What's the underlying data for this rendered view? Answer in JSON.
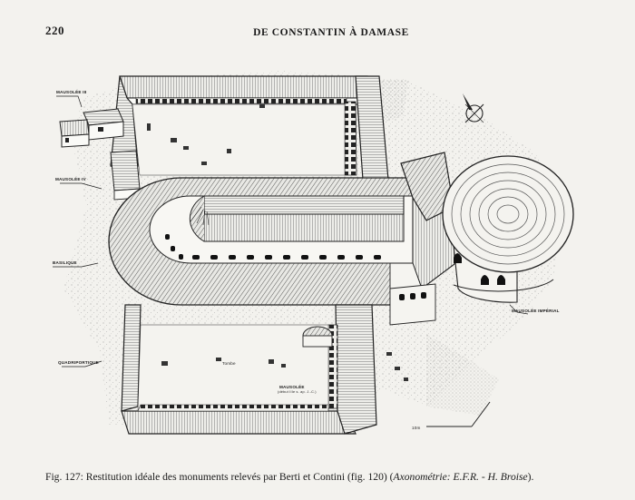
{
  "page": {
    "number": "220",
    "running_head": "DE CONSTANTIN À DAMASE"
  },
  "figure": {
    "labels": {
      "mausolee_iii": "MAUSOLÉE III",
      "mausolee_iv": "MAUSOLÉE IV",
      "basilique": "BASILIQUE",
      "quadriportique": "QUADRIPORTIQUE",
      "mausolee_imperial": "MAUSOLÉE IMPÉRIAL",
      "tombe": "Tombe",
      "mausolee_center": "MAUSOLÉE",
      "mausolee_center_sub": "(début IIIe s. ap. J.-C.)",
      "scale": "10m"
    }
  },
  "caption": {
    "text": "Fig. 127: Restitution idéale des monuments relevés par Berti et Contini (fig. 120)",
    "credit_open": " (",
    "credit": "Axonométrie: E.F.R. - H. Broise",
    "credit_close": ")."
  }
}
